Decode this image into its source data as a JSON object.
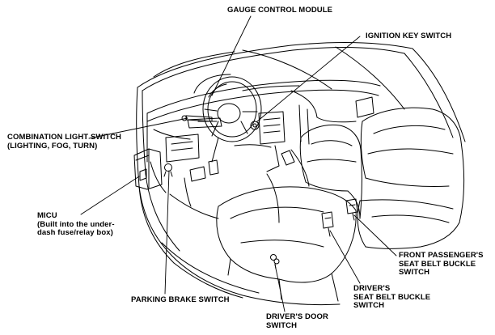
{
  "labels": {
    "gauge_control_module": "GAUGE CONTROL MODULE",
    "ignition_key_switch": "IGNITION KEY SWITCH",
    "combination_light_switch": {
      "line1": "COMBINATION LIGHT SWITCH",
      "line2": "(LIGHTING, FOG, TURN)"
    },
    "micu": {
      "line1": "MICU",
      "line2": "(Built into the under-",
      "line3": "dash fuse/relay box)"
    },
    "front_passenger_buckle": {
      "line1": "FRONT PASSENGER'S",
      "line2": "SEAT BELT BUCKLE",
      "line3": "SWITCH"
    },
    "driver_buckle": {
      "line1": "DRIVER'S",
      "line2": "SEAT BELT BUCKLE",
      "line3": "SWITCH"
    },
    "parking_brake_switch": "PARKING BRAKE SWITCH",
    "drivers_door_switch": {
      "line1": "DRIVER'S DOOR",
      "line2": "SWITCH"
    }
  },
  "colors": {
    "line": "#000000",
    "background": "#ffffff"
  }
}
